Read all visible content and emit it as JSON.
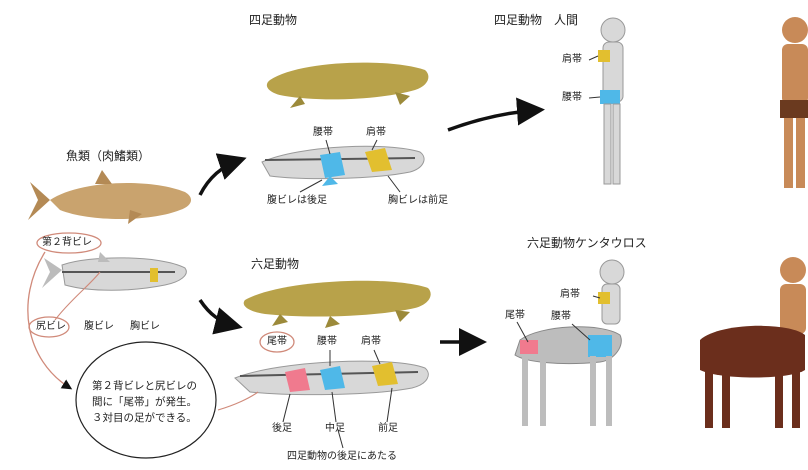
{
  "titles": {
    "tetrapod": "四足動物",
    "tetrapod_human": "四足動物　人間",
    "fish": "魚類（肉鰭類）",
    "hexapod": "六足動物",
    "centaur": "六足動物ケンタウロス"
  },
  "labels": {
    "fish_second_dorsal": "第２背ビレ",
    "fish_anal": "尻ビレ",
    "fish_pelvic": "腹ビレ",
    "fish_pectoral": "胸ビレ",
    "tet_pelvic_girdle": "腰帯",
    "tet_shoulder_girdle": "肩帯",
    "tet_pelvic_fin_note": "腹ビレは後足",
    "tet_pectoral_fin_note": "胸ビレは前足",
    "human_shoulder": "肩帯",
    "human_pelvic": "腰帯",
    "hex_tail_girdle": "尾帯",
    "hex_pelvic_girdle": "腰帯",
    "hex_shoulder_girdle": "肩帯",
    "hex_hind_leg": "後足",
    "hex_mid_leg": "中足",
    "hex_fore_leg": "前足",
    "hex_note": "四足動物の後足にあたる",
    "centaur_tail": "尾帯",
    "centaur_pelvic": "腰帯",
    "centaur_shoulder": "肩帯"
  },
  "bubble": "第２背ビレと尻ビレの間に「尾帯」が発生。３対目の足ができる。",
  "colors": {
    "pelvic": "#4fb8e8",
    "shoulder": "#e2bf2f",
    "tail": "#f07a8e",
    "creature": "#b8a24a",
    "skeleton": "#cfcfcf",
    "red_line": "#d08a7a"
  }
}
